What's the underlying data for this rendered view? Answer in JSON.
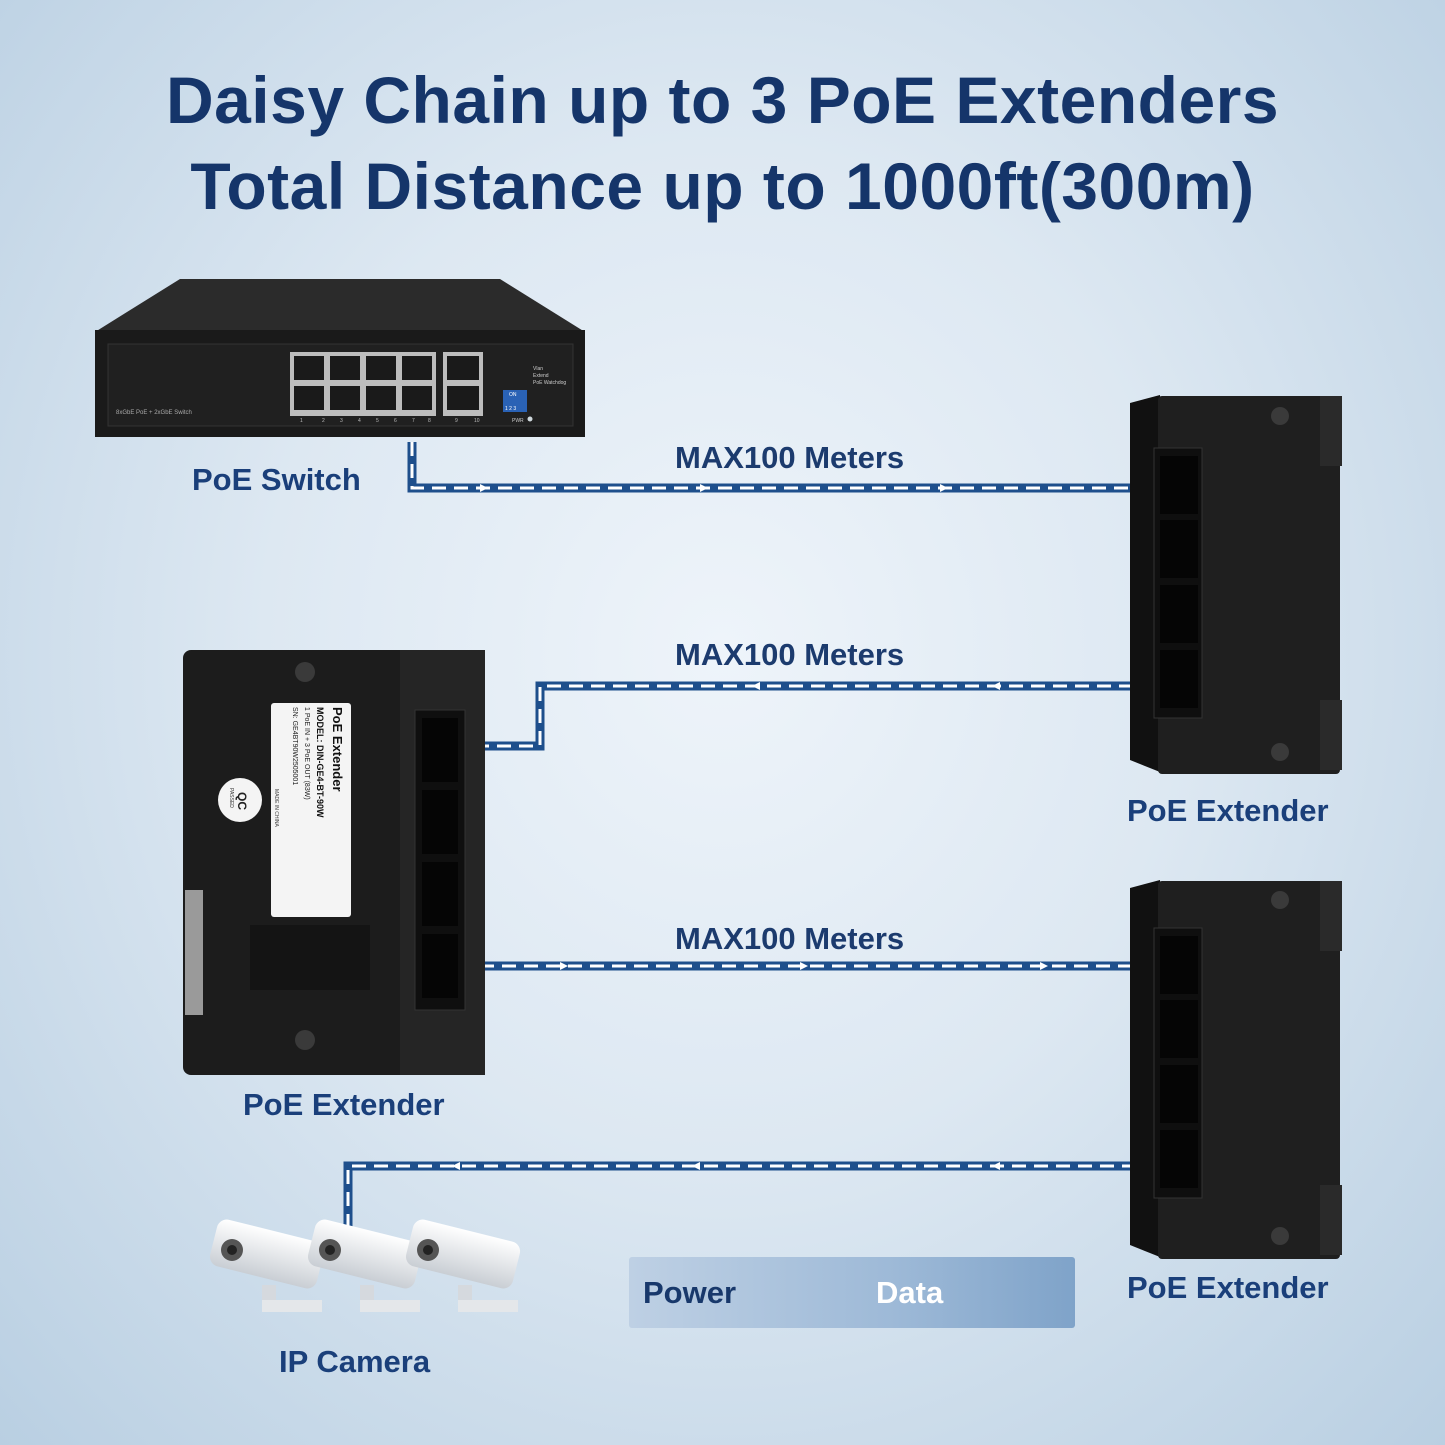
{
  "title": {
    "line1": "Daisy Chain up to 3 PoE Extenders",
    "line2": "Total Distance up to 1000ft(300m)"
  },
  "devices": {
    "switch_label": "PoE Switch",
    "switch_front_text": "8xGbE PoE + 2xGbE Switch",
    "switch_dip": [
      "Vlan",
      "Extend",
      "PoE Watchdog"
    ],
    "switch_dip_on": "ON",
    "switch_dip_numbers": "1 2 3",
    "switch_pwr": "PWR",
    "switch_ports": [
      "1",
      "2",
      "3",
      "4",
      "5",
      "6",
      "7",
      "8",
      "9",
      "10"
    ],
    "extender_label_1": "PoE Extender",
    "extender_label_2": "PoE Extender",
    "extender_label_3": "PoE Extender",
    "camera_label": "IP Camera",
    "sticker": {
      "title": "PoE Extender",
      "model": "MODEL: DIN-GE4-BT-90W",
      "spec": "1 PoE IN + 3 PoE OUT (83W)",
      "sn": "SN: GE4BT90W2505001",
      "qc": "QC",
      "qc_sub": "PASSED",
      "made": "MADE IN CHINA"
    }
  },
  "links": [
    "MAX100 Meters",
    "MAX100 Meters",
    "MAX100 Meters"
  ],
  "legend": {
    "power": "Power",
    "data": "Data"
  },
  "colors": {
    "title": "#15356a",
    "cable_dark": "#1e4f8c",
    "cable_light": "#ffffff",
    "device": "#1a1a1a"
  }
}
